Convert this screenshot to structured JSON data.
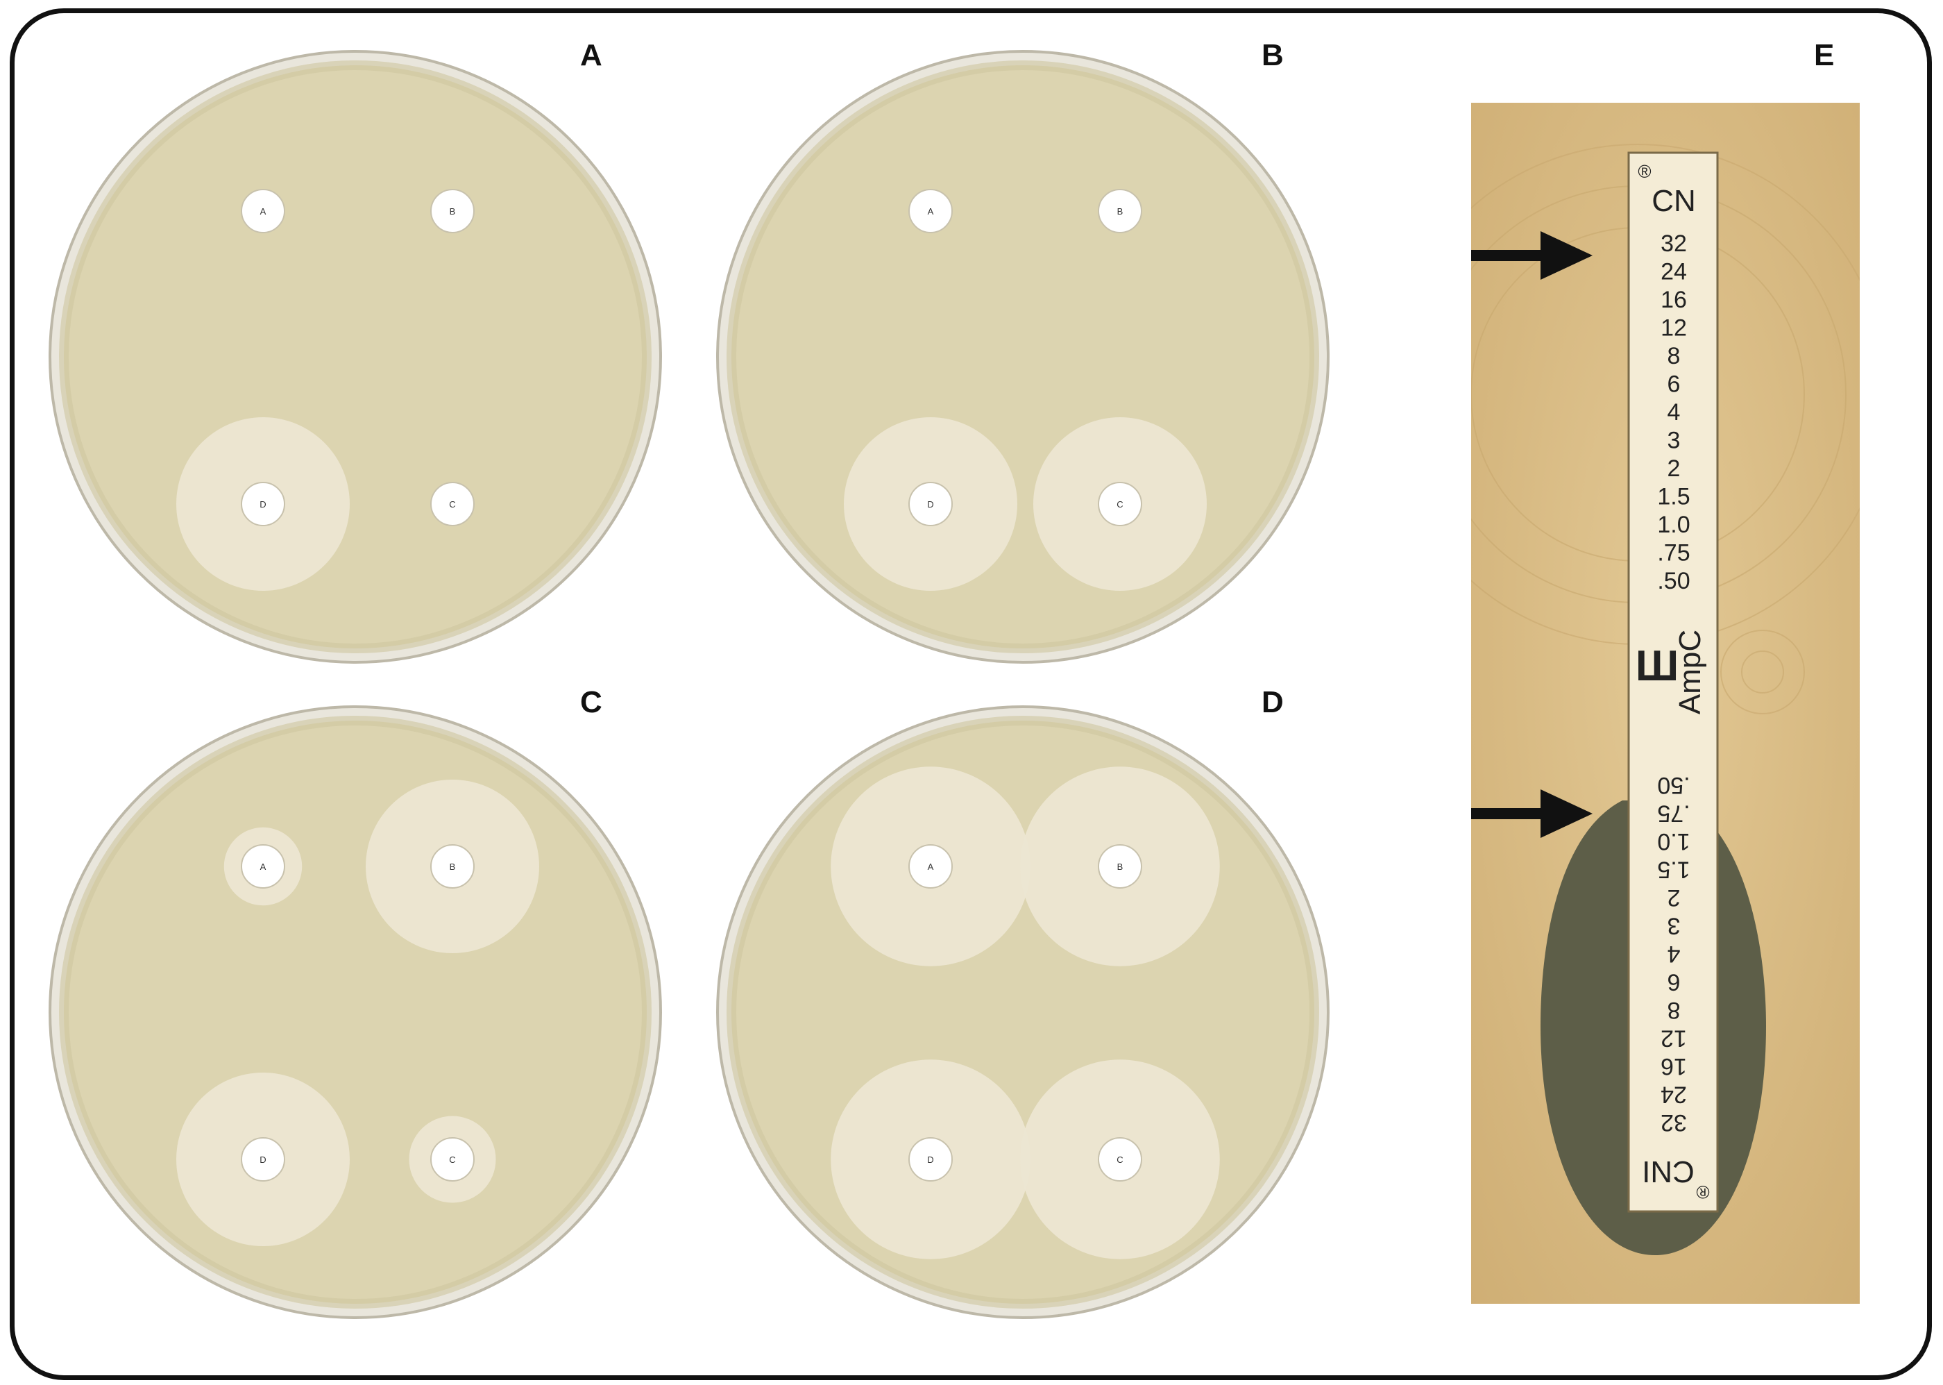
{
  "figure": {
    "panels": [
      {
        "id": "A",
        "label": "A",
        "disks": [
          {
            "label": "A",
            "zone": 0
          },
          {
            "label": "B",
            "zone": 0
          },
          {
            "label": "D",
            "zone": 1
          },
          {
            "label": "C",
            "zone": 0
          }
        ]
      },
      {
        "id": "B",
        "label": "B",
        "disks": [
          {
            "label": "A",
            "zone": 0
          },
          {
            "label": "B",
            "zone": 0
          },
          {
            "label": "D",
            "zone": 1
          },
          {
            "label": "C",
            "zone": 1
          }
        ]
      },
      {
        "id": "C",
        "label": "C",
        "disks": [
          {
            "label": "A",
            "zone": 0.45
          },
          {
            "label": "B",
            "zone": 1
          },
          {
            "label": "D",
            "zone": 1
          },
          {
            "label": "C",
            "zone": 0.5
          }
        ]
      },
      {
        "id": "D",
        "label": "D",
        "disks": [
          {
            "label": "A",
            "zone": 1.15
          },
          {
            "label": "B",
            "zone": 1.15
          },
          {
            "label": "D",
            "zone": 1.15
          },
          {
            "label": "C",
            "zone": 1.15
          }
        ]
      }
    ],
    "etest": {
      "label": "E",
      "top_code": "CN",
      "bottom_code": "CNI",
      "brand": "AmpC",
      "brand_mark": "Ш",
      "registered": "®",
      "scale": [
        "32",
        "24",
        "16",
        "12",
        "8",
        "6",
        "4",
        "3",
        "2",
        "1.5",
        "1.0",
        ".75",
        ".50"
      ]
    },
    "colors": {
      "agar": "#dcd4b0",
      "zone": "#ece6d2",
      "disk": "#ffffff",
      "etest_bg": "#d8bb85",
      "etest_dark": "#5d5e48",
      "frame": "#111111"
    }
  }
}
